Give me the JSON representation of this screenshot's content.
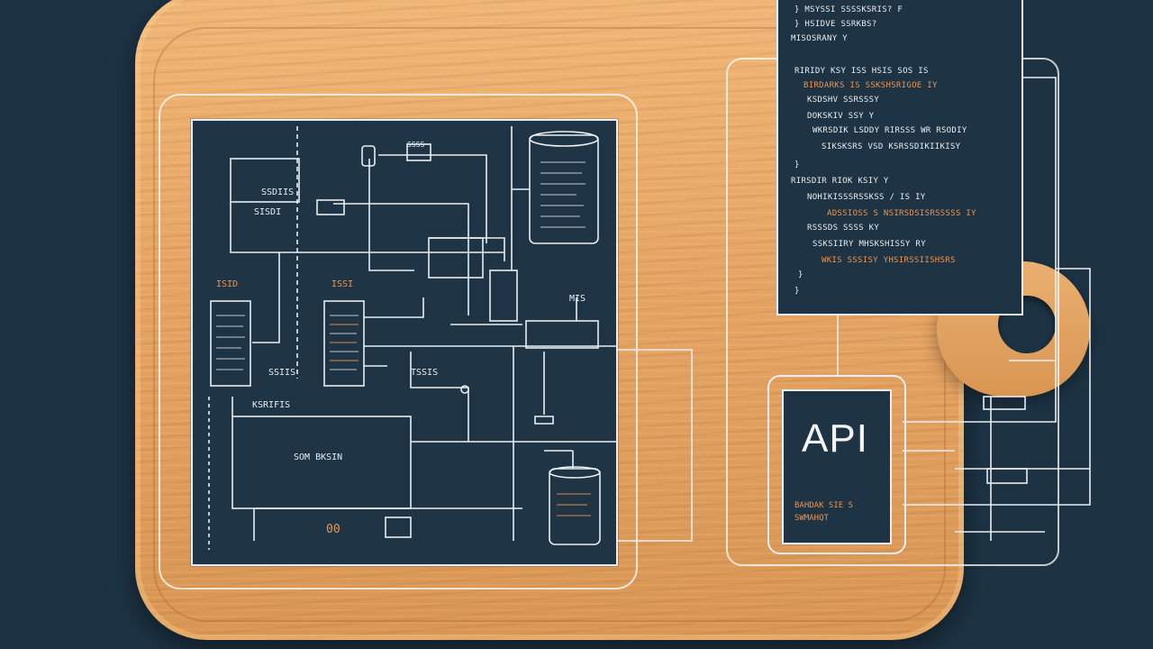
{
  "colors": {
    "background": "#1d3344",
    "board_wood": "#e6a463",
    "panel": "#1f3444",
    "line": "#e9eef2",
    "accent_orange": "#f0934a"
  },
  "api_box": {
    "title": "API",
    "caption_line1": "BAHDAK SIE S",
    "caption_line2": "SWMAHQT"
  },
  "diagram_labels": {
    "top_box": "SSDIIS",
    "top_box_2": "SISDI",
    "db_label": "SSSS",
    "left_node_1": "ISID",
    "left_node_2": "ISSI",
    "mid_label_1": "SSIIS",
    "mid_label_2": "TSSIS",
    "right_label": "MIS",
    "flow_label": "KSRIFIS",
    "block_label": "SOM BKSIN",
    "counter": "00"
  },
  "code_panel": {
    "lines": [
      {
        "text": "} MSYSSI SSSSKSRIS? F",
        "color": "white"
      },
      {
        "text": "} HSIDVE SSRKBS?",
        "color": "white"
      },
      {
        "text": "MISOSRANY Y",
        "color": "white"
      },
      {
        "text": "RIRIDY KSY ISS HSIS SOS IS",
        "color": "white"
      },
      {
        "text": "BIRDARKS IS SSKSHSRIGOE IY",
        "color": "orange"
      },
      {
        "text": "KSDSHV SSRSSSY",
        "color": "white"
      },
      {
        "text": "DOKSKIV SSY Y",
        "color": "white"
      },
      {
        "text": "WKRSDIK LSDDY RIRSSS WR RSODIY",
        "color": "white"
      },
      {
        "text": "SIKSKSRS VSD KSRSSDIKIIKISY",
        "color": "white"
      },
      {
        "text": "}",
        "color": "white"
      },
      {
        "text": "RIRSDIR RIOK KSIY Y",
        "color": "white"
      },
      {
        "text": "NOHIKISSSRSSKSS / IS IY",
        "color": "white"
      },
      {
        "text": "ADSSIOSS S NSIRSDSISRSSSSS IY",
        "color": "orange"
      },
      {
        "text": "RSSSDS SSSS KY",
        "color": "white"
      },
      {
        "text": "SSKSIIRY MHSKSHISSY RY",
        "color": "white"
      },
      {
        "text": "WKIS SSSISY YHSIRSSIISHSRS",
        "color": "orange"
      },
      {
        "text": "}",
        "color": "white"
      },
      {
        "text": "}",
        "color": "white"
      }
    ]
  }
}
